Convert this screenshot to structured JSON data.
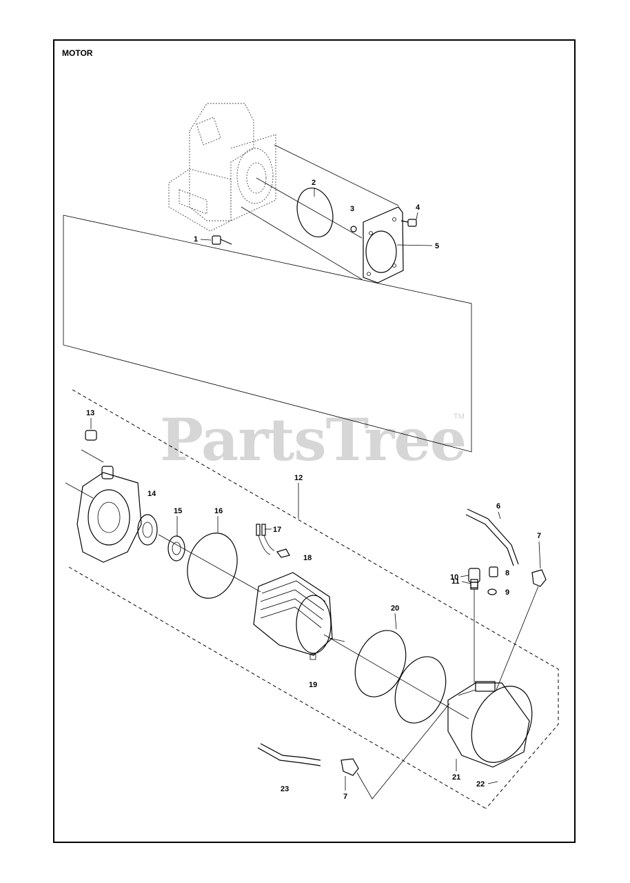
{
  "diagram": {
    "title": "MOTOR",
    "watermark": "PartsTree",
    "trademark": "TM",
    "callouts": [
      "1",
      "2",
      "3",
      "4",
      "5",
      "6",
      "7",
      "7",
      "8",
      "9",
      "10",
      "11",
      "12",
      "13",
      "14",
      "15",
      "16",
      "17",
      "18",
      "19",
      "20",
      "21",
      "22",
      "23"
    ]
  }
}
